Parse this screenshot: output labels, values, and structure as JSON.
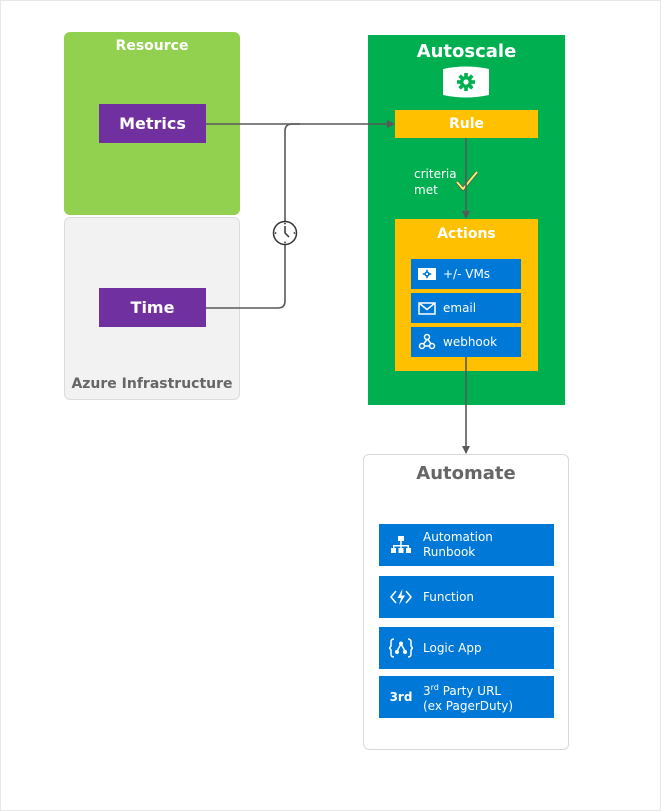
{
  "resource": {
    "title": "Resource",
    "metrics_label": "Metrics"
  },
  "infrastructure": {
    "title": "Azure Infrastructure",
    "time_label": "Time"
  },
  "autoscale": {
    "title": "Autoscale",
    "icon": "gear-icon",
    "rule_label": "Rule",
    "criteria_line1": "criteria",
    "criteria_line2": "met",
    "actions_title": "Actions",
    "actions": [
      {
        "label": "+/- VMs",
        "icon": "vm-scale-icon"
      },
      {
        "label": "email",
        "icon": "envelope-icon"
      },
      {
        "label": "webhook",
        "icon": "webhook-icon"
      }
    ]
  },
  "automate": {
    "title": "Automate",
    "items": [
      {
        "line1": "Automation",
        "line2": "Runbook",
        "icon": "runbook-hierarchy-icon"
      },
      {
        "line1": "Function",
        "icon": "function-bolt-icon"
      },
      {
        "line1": "Logic App",
        "icon": "logic-app-icon"
      },
      {
        "badge": "3rd",
        "line1_a": "3",
        "line1_sup": "rd",
        "line1_b": " Party URL",
        "line2": "(ex PagerDuty)"
      }
    ]
  },
  "colors": {
    "resource_green": "#92d050",
    "autoscale_green": "#00b050",
    "rule_yellow": "#ffc000",
    "purple": "#7030a0",
    "blue": "#0078d7",
    "infra_gray": "#f2f2f2",
    "connector": "#595959"
  }
}
